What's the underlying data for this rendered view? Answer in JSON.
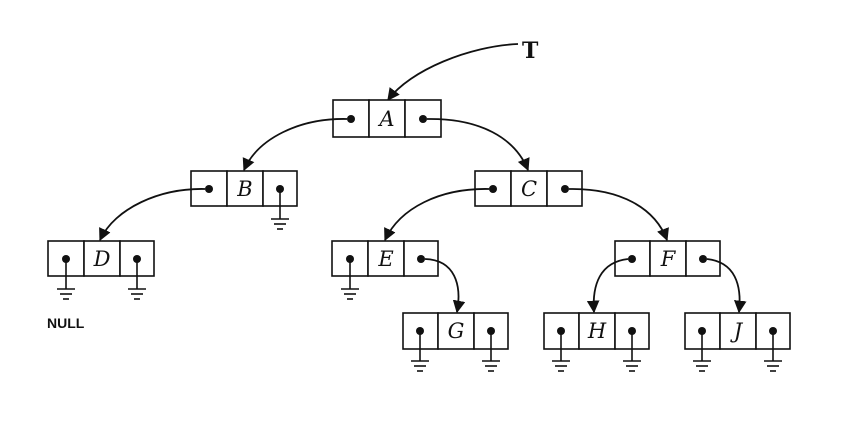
{
  "root_label": "T",
  "null_label": "NULL",
  "nodes": {
    "A": "A",
    "B": "B",
    "C": "C",
    "D": "D",
    "E": "E",
    "F": "F",
    "G": "G",
    "H": "H",
    "J": "J"
  }
}
